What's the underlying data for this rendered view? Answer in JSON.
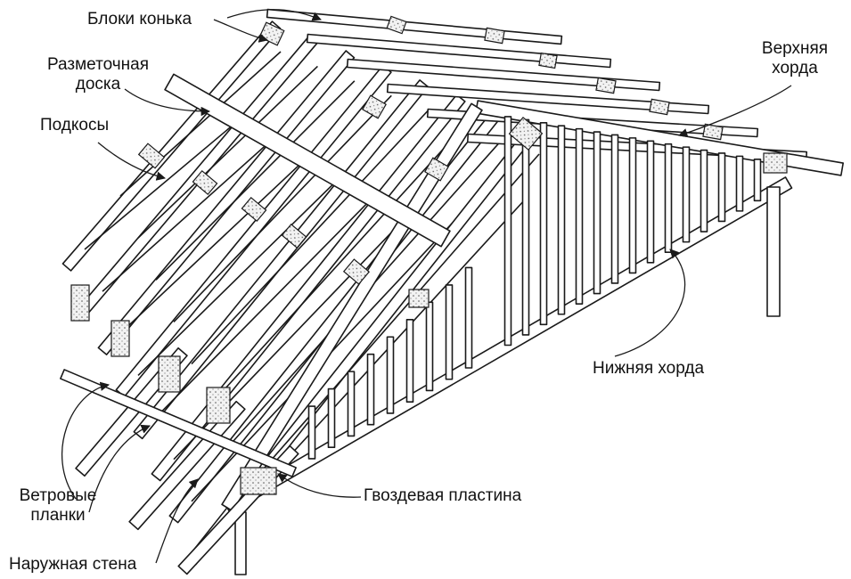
{
  "labels": {
    "ridge_blocks": "Блоки конька",
    "marking_board_1": "Разметочная",
    "marking_board_2": "доска",
    "braces": "Подкосы",
    "top_chord_1": "Верхняя",
    "top_chord_2": "хорда",
    "bottom_chord": "Нижняя хорда",
    "wind_battens_1": "Ветровые",
    "wind_battens_2": "планки",
    "gusset_plate": "Гвоздевая пластина",
    "outer_wall": "Наружная стена"
  },
  "colors": {
    "line": "#1a1a1a",
    "plate": "#ececec",
    "background": "#ffffff"
  },
  "icons": [
    "truss-frame-illustration",
    "nail-plate-icon",
    "leader-arrow-icon"
  ]
}
